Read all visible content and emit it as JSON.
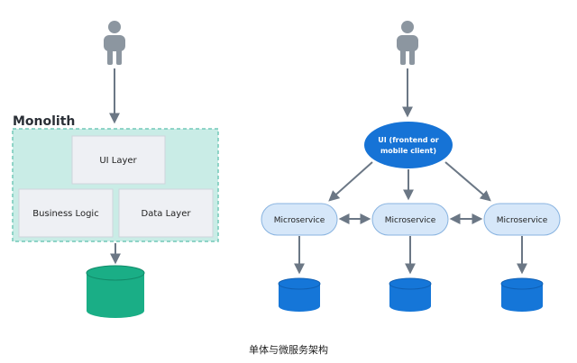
{
  "monolith": {
    "title": "Monolith",
    "ui_layer": "UI Layer",
    "business_logic": "Business Logic",
    "data_layer": "Data Layer"
  },
  "microservices": {
    "ui_line1": "UI (frontend or",
    "ui_line2": "mobile client)",
    "service_left": "Microservice",
    "service_middle": "Microservice",
    "service_right": "Microservice"
  },
  "caption": "单体与微服务架构",
  "colors": {
    "person": "#8c96a0",
    "arrow": "#6b7785",
    "monolith_border": "#73c9b9",
    "monolith_fill": "#c9ece6",
    "layer_box_fill": "#eef0f4",
    "db_monolith": "#1aae86",
    "ui_node": "#1673d6",
    "service_node": "#d6e7f9",
    "service_border": "#88b3e0",
    "db_micro": "#1576d8"
  },
  "icons": [
    "person-icon",
    "database-icon"
  ]
}
